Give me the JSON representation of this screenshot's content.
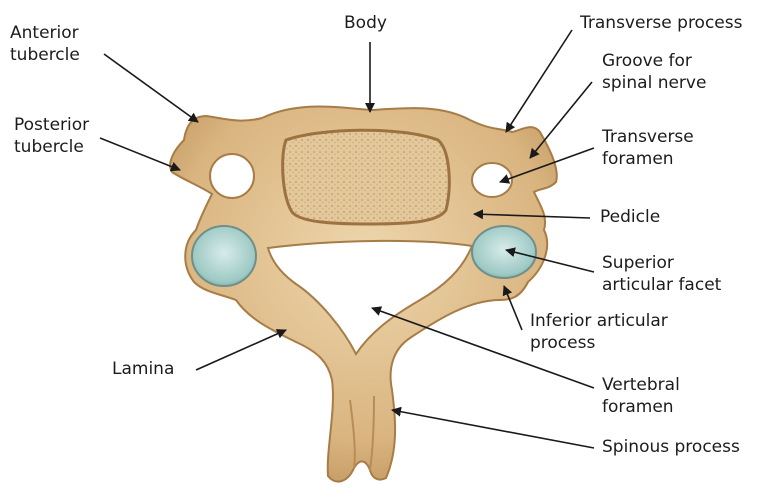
{
  "diagram": {
    "colors": {
      "bone_fill": "#d9b47f",
      "bone_shadow": "#b88d55",
      "bone_highlight": "#eed6ad",
      "cancellous": "#e3c89c",
      "cartilage": "#9ec9c4",
      "line": "#1a1a1a",
      "text": "#1c1c1c"
    },
    "labels": {
      "anterior_tubercle": [
        "Anterior",
        "tubercle"
      ],
      "posterior_tubercle": [
        "Posterior",
        "tubercle"
      ],
      "body": [
        "Body"
      ],
      "transverse_process": [
        "Transverse process"
      ],
      "groove_for_spinal_nerve": [
        "Groove for",
        "spinal nerve"
      ],
      "transverse_foramen": [
        "Transverse",
        "foramen"
      ],
      "pedicle": [
        "Pedicle"
      ],
      "superior_articular_facet": [
        "Superior",
        "articular facet"
      ],
      "inferior_articular_process": [
        "Inferior articular",
        "process"
      ],
      "lamina": [
        "Lamina"
      ],
      "vertebral_foramen": [
        "Vertebral",
        "foramen"
      ],
      "spinous_process": [
        "Spinous process"
      ]
    }
  }
}
